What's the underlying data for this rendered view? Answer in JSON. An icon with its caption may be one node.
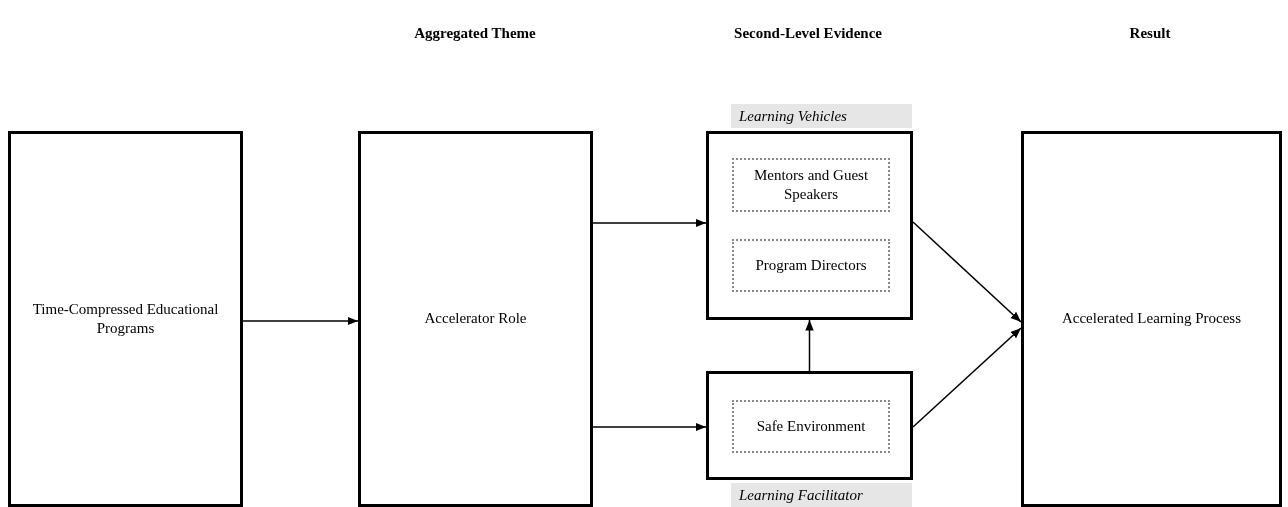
{
  "diagram": {
    "nodes": [
      {
        "text": [
          "Time-Compressed Educational Programs"
        ]
      },
      {
        "text": [
          "Accelerator Role"
        ]
      },
      {
        "text": [
          "Learning Vehicles"
        ]
      },
      {
        "text": [
          "Mentors and Guest Speakers"
        ],
        "in": 2
      },
      {
        "text": [
          "Program Directors"
        ],
        "in": 2
      },
      {
        "text": [
          "Learning Facilitator"
        ]
      },
      {
        "text": [
          "Safe Environment"
        ],
        "in": 5
      },
      {
        "text": [
          "Accelerated Learning Process"
        ]
      }
    ],
    "edges": [
      {
        "from": 0,
        "to": 1,
        "arrow": "to"
      },
      {
        "from": 1,
        "to": 2,
        "arrow": "to"
      },
      {
        "from": 1,
        "to": 5,
        "arrow": "to"
      },
      {
        "from": 5,
        "to": 2,
        "arrow": "to"
      },
      {
        "from": 2,
        "to": 7,
        "arrow": "to"
      },
      {
        "from": 5,
        "to": 7,
        "arrow": "to"
      }
    ],
    "labels": [
      "Aggregated Theme",
      "Second-Level Evidence",
      "Result"
    ]
  }
}
